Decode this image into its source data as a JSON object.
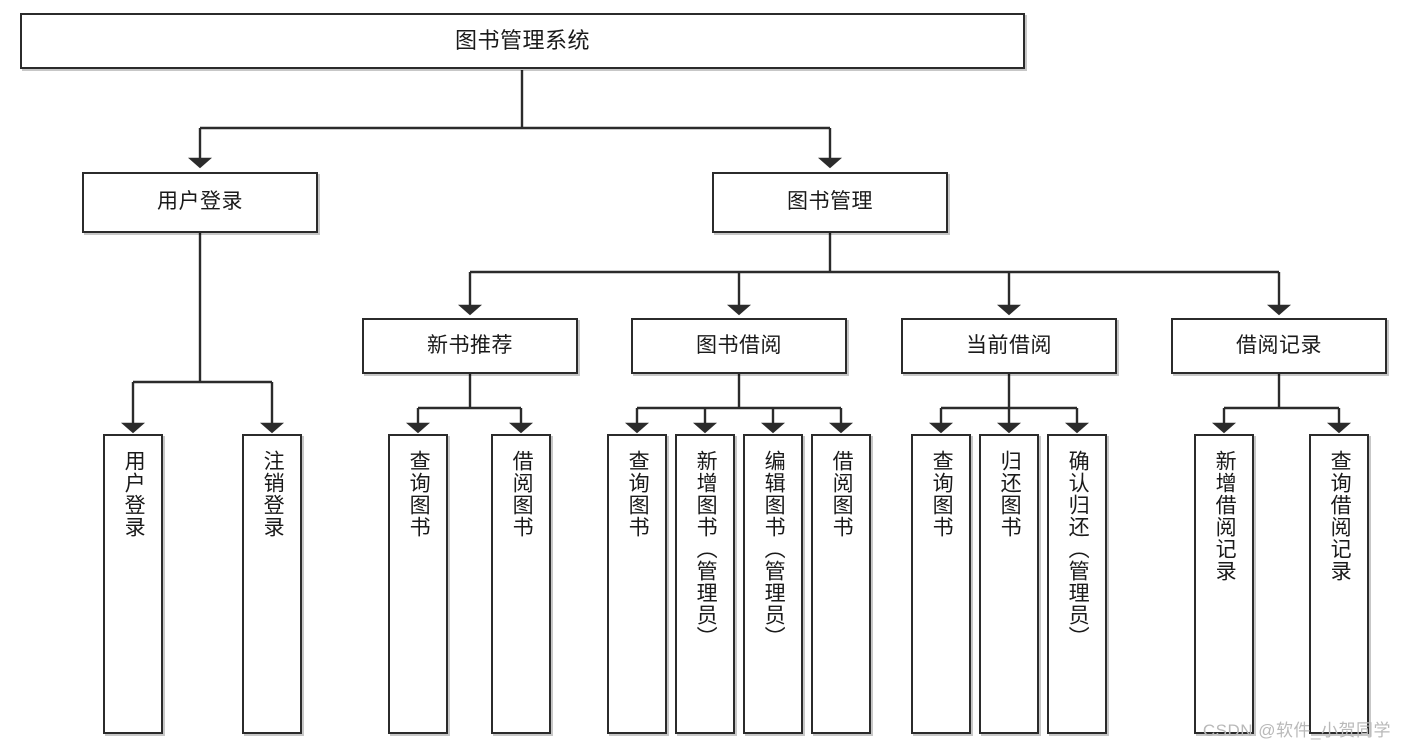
{
  "diagram": {
    "type": "hierarchy-tree",
    "title": "图书管理系统",
    "watermark": "CSDN @软件_小贺同学",
    "colors": {
      "box_border": "#2b2b2b",
      "box_fill": "#ffffff",
      "connector": "#2b2b2b",
      "watermark": "#b9b9b9",
      "background": "#ffffff"
    },
    "levels": [
      {
        "level": 1,
        "nodes": [
          {
            "id": "root",
            "label": "图书管理系统",
            "orientation": "horizontal"
          }
        ]
      },
      {
        "level": 2,
        "nodes": [
          {
            "id": "l2-0",
            "label": "用户登录",
            "orientation": "horizontal",
            "parent": "root"
          },
          {
            "id": "l2-1",
            "label": "图书管理",
            "orientation": "horizontal",
            "parent": "root"
          }
        ]
      },
      {
        "level": 3,
        "nodes": [
          {
            "id": "l3-0",
            "label": "新书推荐",
            "orientation": "horizontal",
            "parent": "l2-1"
          },
          {
            "id": "l3-1",
            "label": "图书借阅",
            "orientation": "horizontal",
            "parent": "l2-1"
          },
          {
            "id": "l3-2",
            "label": "当前借阅",
            "orientation": "horizontal",
            "parent": "l2-1"
          },
          {
            "id": "l3-3",
            "label": "借阅记录",
            "orientation": "horizontal",
            "parent": "l2-1"
          }
        ]
      },
      {
        "level": 4,
        "nodes": [
          {
            "id": "l4-0",
            "label": "用户登录",
            "orientation": "vertical",
            "parent": "l2-0"
          },
          {
            "id": "l4-1",
            "label": "注销登录",
            "orientation": "vertical",
            "parent": "l2-0"
          },
          {
            "id": "l4-2",
            "label": "查询图书",
            "orientation": "vertical",
            "parent": "l3-0"
          },
          {
            "id": "l4-3",
            "label": "借阅图书",
            "orientation": "vertical",
            "parent": "l3-0"
          },
          {
            "id": "l4-4",
            "label": "查询图书",
            "orientation": "vertical",
            "parent": "l3-1"
          },
          {
            "id": "l4-5",
            "label": "新增图书（管理员）",
            "orientation": "vertical",
            "parent": "l3-1"
          },
          {
            "id": "l4-6",
            "label": "编辑图书（管理员）",
            "orientation": "vertical",
            "parent": "l3-1"
          },
          {
            "id": "l4-7",
            "label": "借阅图书",
            "orientation": "vertical",
            "parent": "l3-1"
          },
          {
            "id": "l4-8",
            "label": "查询图书",
            "orientation": "vertical",
            "parent": "l3-2"
          },
          {
            "id": "l4-9",
            "label": "归还图书",
            "orientation": "vertical",
            "parent": "l3-2"
          },
          {
            "id": "l4-10",
            "label": "确认归还（管理员）",
            "orientation": "vertical",
            "parent": "l3-2"
          },
          {
            "id": "l4-11",
            "label": "新增借阅记录",
            "orientation": "vertical",
            "parent": "l3-3"
          },
          {
            "id": "l4-12",
            "label": "查询借阅记录",
            "orientation": "vertical",
            "parent": "l3-3"
          }
        ]
      }
    ]
  }
}
